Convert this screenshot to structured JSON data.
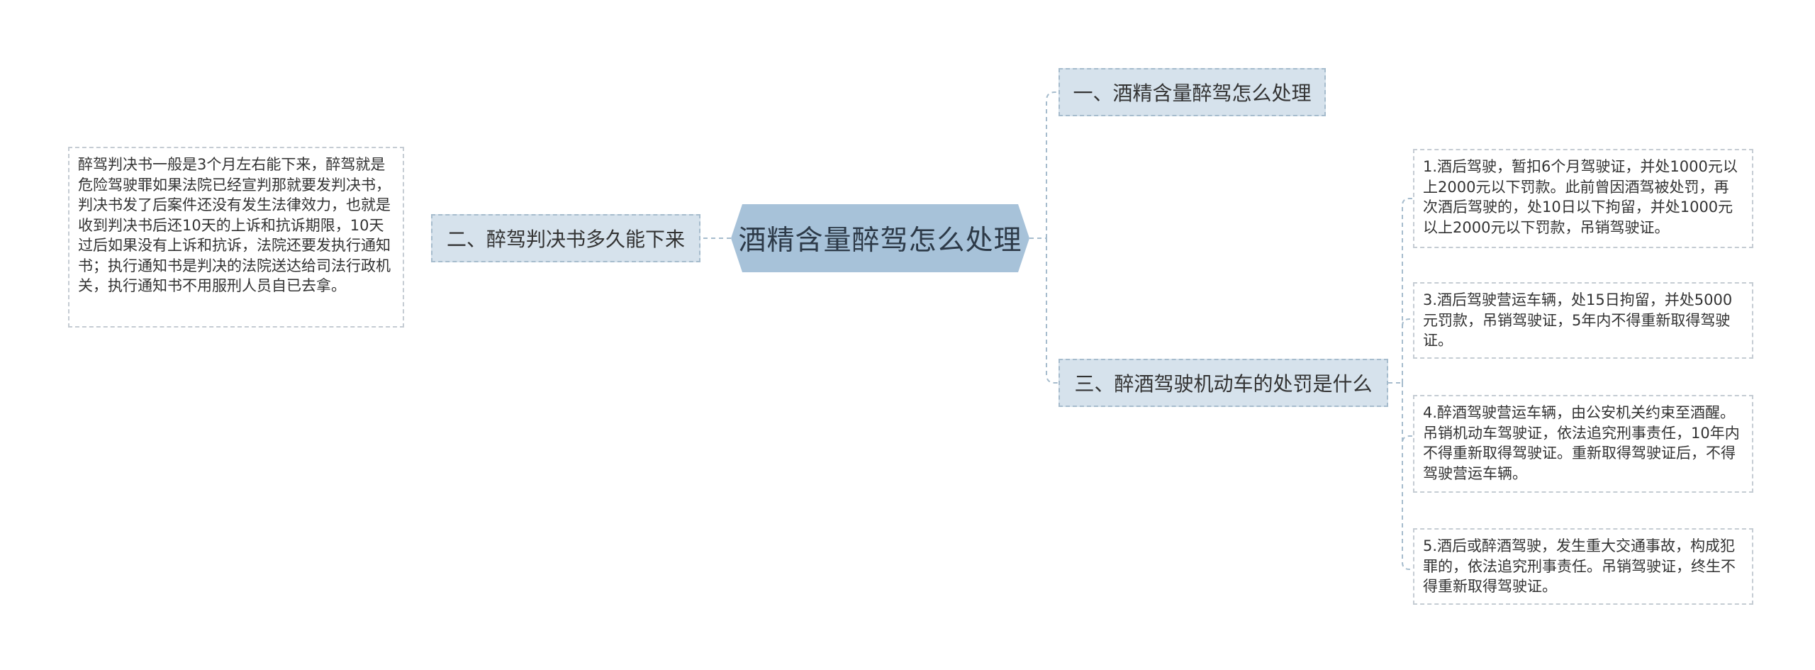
{
  "root": {
    "title": "酒精含量醉驾怎么处理"
  },
  "branches": [
    {
      "label": "一、酒精含量醉驾怎么处理"
    },
    {
      "label": "二、醉驾判决书多久能下来"
    },
    {
      "label": "三、醉酒驾驶机动车的处罚是什么"
    }
  ],
  "leaves": [
    {
      "text": "醉驾判决书一般是3个月左右能下来，醉驾就是危险驾驶罪如果法院已经宣判那就要发判决书，判决书发了后案件还没有发生法律效力，也就是收到判决书后还10天的上诉和抗诉期限，10天过后如果没有上诉和抗诉，法院还要发执行通知书；执行通知书是判决的法院送达给司法行政机关，执行通知书不用服刑人员自已去拿。"
    },
    {
      "text": "1.酒后驾驶，暂扣6个月驾驶证，并处1000元以上2000元以下罚款。此前曾因酒驾被处罚，再次酒后驾驶的，处10日以下拘留，并处1000元以上2000元以下罚款，吊销驾驶证。"
    },
    {
      "text": "3.酒后驾驶营运车辆，处15日拘留，并处5000元罚款，吊销驾驶证，5年内不得重新取得驾驶证。"
    },
    {
      "text": "4.醉酒驾驶营运车辆，由公安机关约束至酒醒。吊销机动车驾驶证，依法追究刑事责任，10年内不得重新取得驾驶证。重新取得驾驶证后，不得驾驶营运车辆。"
    },
    {
      "text": "5.酒后或醉酒驾驶，发生重大交通事故，构成犯罪的，依法追究刑事责任。吊销驾驶证，终生不得重新取得驾驶证。"
    }
  ],
  "colors": {
    "root_fill": "#a7c2d9",
    "branch_fill": "#d6e2ec",
    "line": "#a6bccd",
    "leaf_border": "#c5ccd3"
  }
}
